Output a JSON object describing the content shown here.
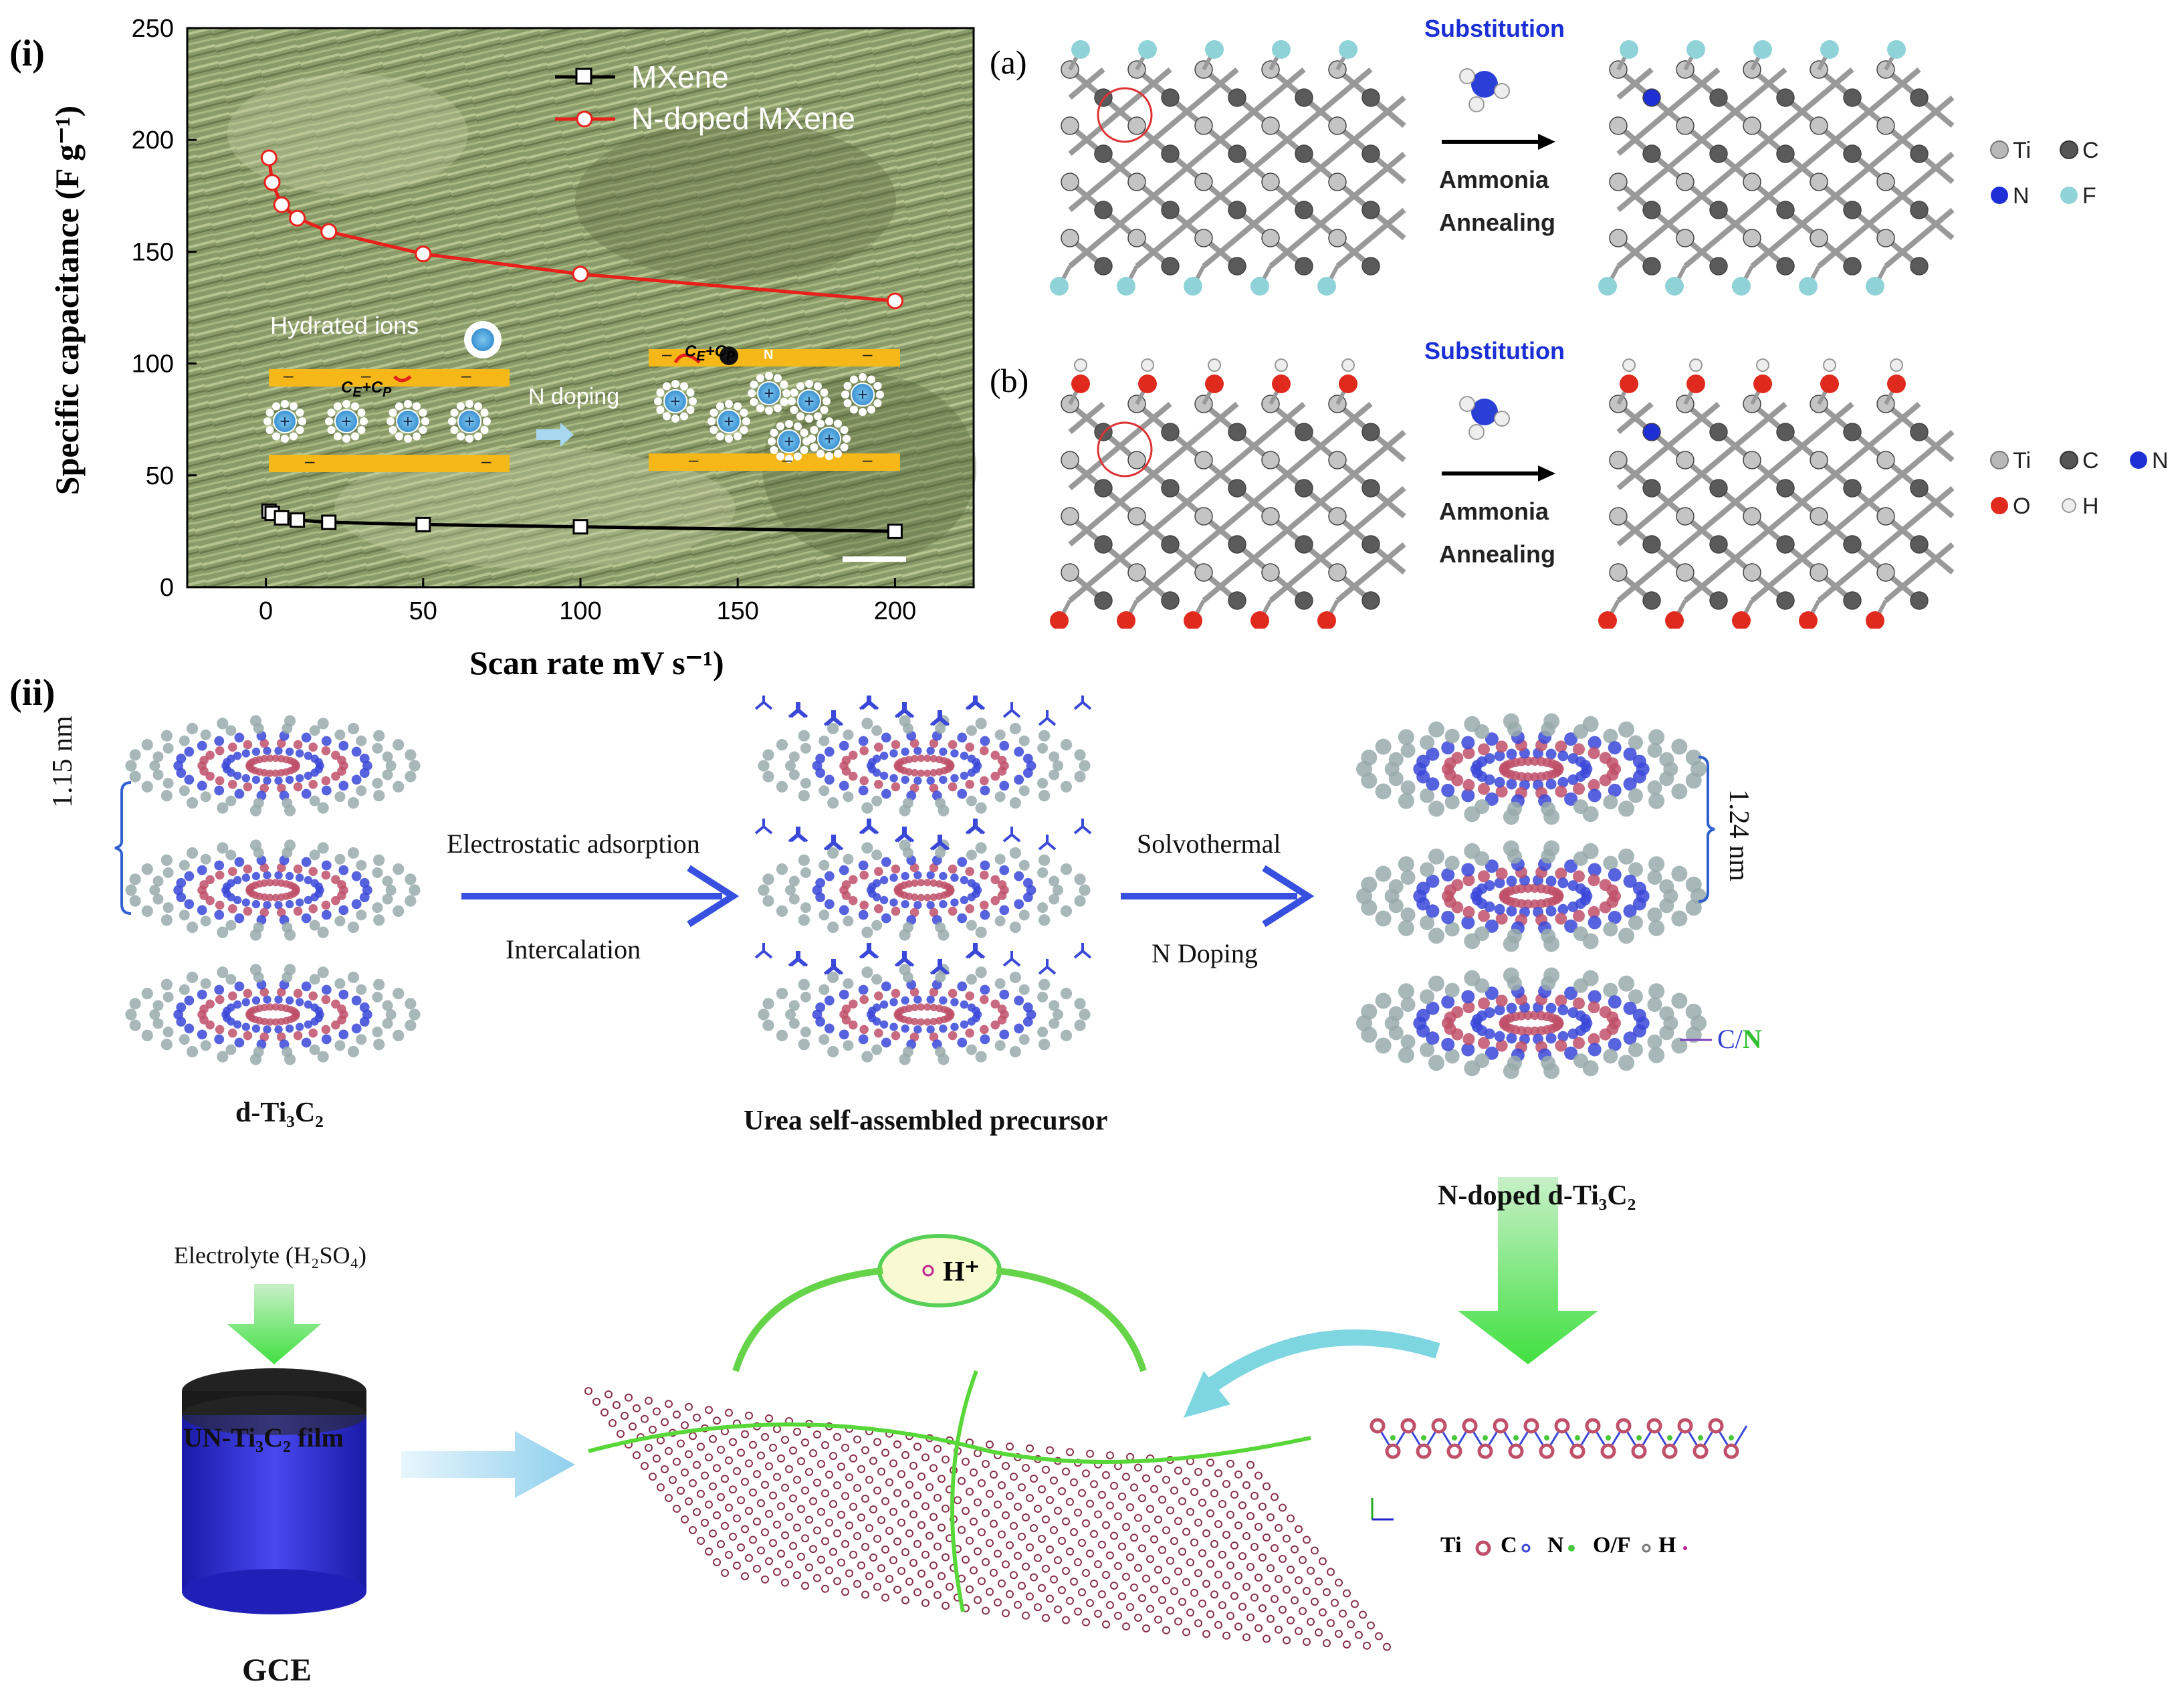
{
  "panel_i": {
    "label": "(i)",
    "chart_data": {
      "type": "line",
      "xlabel": "Scan rate mV s⁻¹)",
      "ylabel": "Specific capacitance (F g⁻¹)",
      "xlim": [
        -25,
        225
      ],
      "ylim": [
        0,
        250
      ],
      "x_ticks": [
        "0",
        "50",
        "100",
        "150",
        "200"
      ],
      "y_ticks": [
        "0",
        "50",
        "100",
        "150",
        "200",
        "250"
      ],
      "legend_position": "top-center",
      "series": [
        {
          "name": "MXene",
          "color": "#000000",
          "marker": "square",
          "x": [
            1,
            2,
            5,
            10,
            20,
            50,
            100,
            200
          ],
          "y": [
            34,
            33,
            31,
            30,
            29,
            28,
            27,
            25
          ]
        },
        {
          "name": "N-doped MXene",
          "color": "#e8201b",
          "marker": "circle",
          "x": [
            1,
            2,
            5,
            10,
            20,
            50,
            100,
            200
          ],
          "y": [
            192,
            181,
            171,
            165,
            159,
            149,
            140,
            128
          ]
        }
      ]
    },
    "inset": {
      "hydrated_ions": "Hydrated ions",
      "n_doping": "N doping",
      "ce_cp": "C",
      "ce_sub": "E",
      "plus": "+C",
      "cp_sub": "P",
      "n_badge": "N",
      "minus": "–",
      "plus_sign": "+"
    }
  },
  "panel_a": {
    "label": "(a)",
    "substitution": "Substitution",
    "step1": "Ammonia",
    "step2": "Annealing",
    "legend": [
      {
        "symbol": "Ti",
        "color": "#b8b8b8"
      },
      {
        "symbol": "C",
        "color": "#555555"
      },
      {
        "symbol": "N",
        "color": "#1f2fd6"
      },
      {
        "symbol": "F",
        "color": "#8fd3d8"
      }
    ]
  },
  "panel_b": {
    "label": "(b)",
    "substitution": "Substitution",
    "step1": "Ammonia",
    "step2": "Annealing",
    "legend": [
      {
        "symbol": "Ti",
        "color": "#b8b8b8"
      },
      {
        "symbol": "C",
        "color": "#555555"
      },
      {
        "symbol": "N",
        "color": "#1f2fd6"
      },
      {
        "symbol": "O",
        "color": "#e12a1e"
      },
      {
        "symbol": "H",
        "color": "#eeeeee"
      }
    ]
  },
  "panel_ii": {
    "label": "(ii)",
    "d_ti3c2": "d-Ti₃C₂",
    "spacing1": "1.15 nm",
    "electrostatic": "Electrostatic adsorption",
    "intercalation": "Intercalation",
    "urea": "Urea self-assembled precursor",
    "solvothermal": "Solvothermal",
    "n_doping": "N Doping",
    "spacing2": "1.24 nm",
    "c_slash": "C/",
    "n_green": "N",
    "ndoped": "N-doped d-Ti₃C₂",
    "electrolyte": "Electrolyte (H₂SO₄)",
    "film": "UN-Ti₃C₂ film",
    "gce": "GCE",
    "hplus": "H⁺",
    "legend": [
      {
        "symbol": "Ti",
        "color": "#c0506a"
      },
      {
        "symbol": "C",
        "color": "#3a48d8"
      },
      {
        "symbol": "N",
        "color": "#48c83a"
      },
      {
        "symbol": "O/F",
        "color": "#888888"
      },
      {
        "symbol": "H",
        "color": "#c02090"
      }
    ]
  }
}
